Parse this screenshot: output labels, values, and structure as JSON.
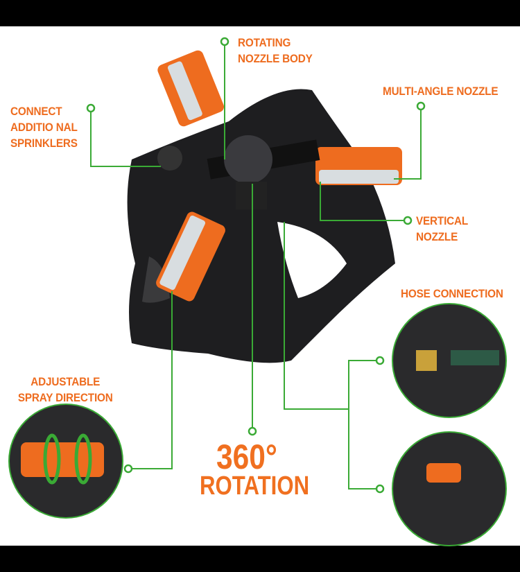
{
  "labels": {
    "rotating_nozzle_body": [
      "ROTATING",
      "NOZZLE BODY"
    ],
    "multi_angle_nozzle": "MULTI-ANGLE NOZZLE",
    "connect_additional": [
      "CONNECT",
      "ADDITIO NAL",
      "SPRINKLERS"
    ],
    "vertical_nozzle": [
      "VERTICAL",
      "NOZZLE"
    ],
    "hose_connection": "HOSE CONNECTION",
    "adjustable_spray": [
      "ADJUSTABLE",
      "SPRAY DIRECTION"
    ],
    "rotation_degrees": "360°",
    "rotation_word": "ROTATION"
  },
  "colors": {
    "accent": "#ee6c1f",
    "callout_line": "#3aaa35",
    "product_body": "#1e1e20"
  }
}
